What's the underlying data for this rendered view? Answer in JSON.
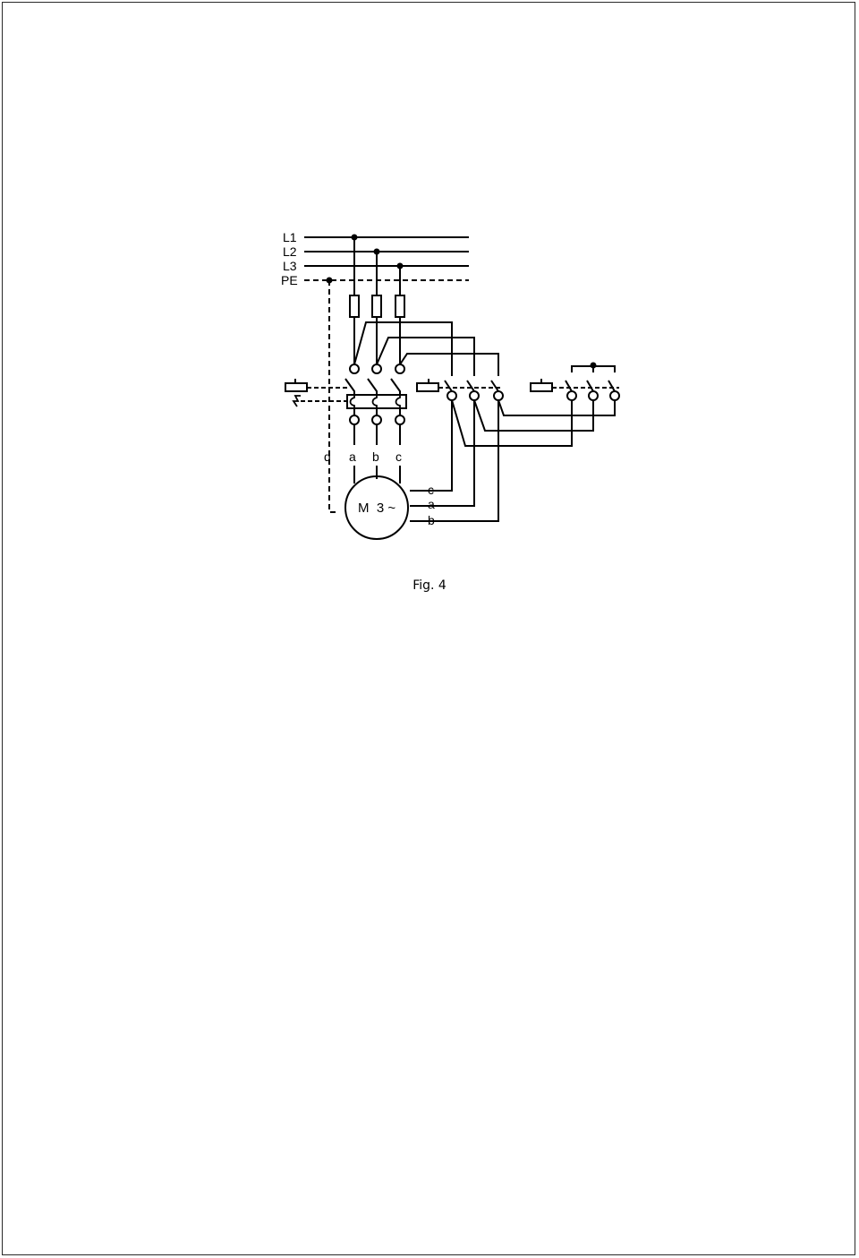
{
  "diagram": {
    "bus_labels": [
      "L1",
      "L2",
      "L3",
      "PE"
    ],
    "motor_side_labels": [
      "d",
      "a",
      "b",
      "c"
    ],
    "motor_label": "M  3 ~",
    "right_terminal_labels": [
      "c",
      "a",
      "b"
    ]
  },
  "caption": "Fig. 4"
}
